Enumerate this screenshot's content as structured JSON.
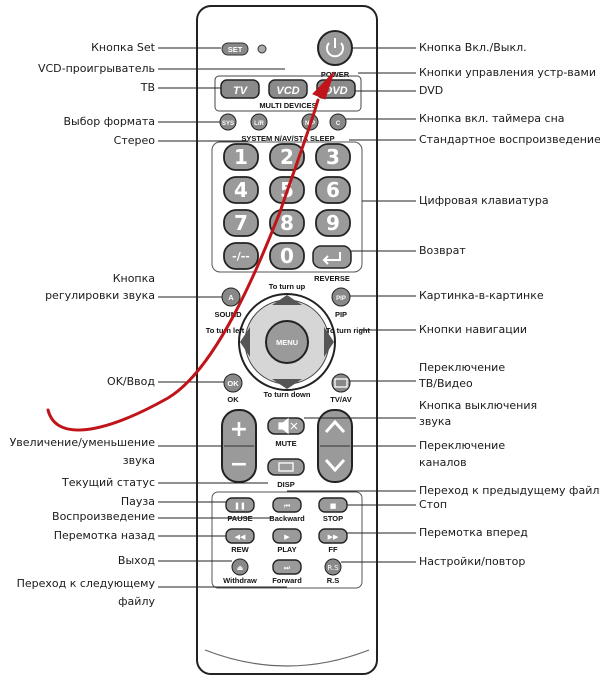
{
  "left_labels": [
    {
      "id": "set",
      "lines": [
        "Кнопка Set"
      ]
    },
    {
      "id": "vcd",
      "lines": [
        "VCD-проигрыватель"
      ]
    },
    {
      "id": "tv",
      "lines": [
        "ТВ"
      ]
    },
    {
      "id": "format",
      "lines": [
        "Выбор формата"
      ]
    },
    {
      "id": "stereo",
      "lines": [
        "Стерео"
      ]
    },
    {
      "id": "sound",
      "lines": [
        "Кнопка",
        "регулировки звука"
      ]
    },
    {
      "id": "ok",
      "lines": [
        "OK/Ввод"
      ]
    },
    {
      "id": "volume",
      "lines": [
        "Увеличение/уменьшение",
        "звука"
      ]
    },
    {
      "id": "status",
      "lines": [
        "Текущий статус"
      ]
    },
    {
      "id": "pause",
      "lines": [
        "Пауза"
      ]
    },
    {
      "id": "play",
      "lines": [
        "Воспроизведение"
      ]
    },
    {
      "id": "rew",
      "lines": [
        "Перемотка назад"
      ]
    },
    {
      "id": "exit",
      "lines": [
        "Выход"
      ]
    },
    {
      "id": "next",
      "lines": [
        "Переход к следующему",
        "файлу"
      ]
    }
  ],
  "right_labels": [
    {
      "id": "power",
      "lines": [
        "Кнопка Вкл./Выкл."
      ]
    },
    {
      "id": "devices",
      "lines": [
        "Кнопки управления устр-вами"
      ]
    },
    {
      "id": "dvd",
      "lines": [
        "DVD"
      ]
    },
    {
      "id": "sleep",
      "lines": [
        "Кнопка вкл. таймера сна"
      ]
    },
    {
      "id": "standard",
      "lines": [
        "Стандартное воспроизведение"
      ]
    },
    {
      "id": "keypad",
      "lines": [
        "Цифровая клавиатура"
      ]
    },
    {
      "id": "return",
      "lines": [
        "Возврат"
      ]
    },
    {
      "id": "pip",
      "lines": [
        "Картинка-в-картинке"
      ]
    },
    {
      "id": "nav",
      "lines": [
        "Кнопки навигации"
      ]
    },
    {
      "id": "tvvideo",
      "lines": [
        "Переключение",
        "ТВ/Видео"
      ]
    },
    {
      "id": "mute",
      "lines": [
        "Кнопка выключения",
        "звука"
      ]
    },
    {
      "id": "channels",
      "lines": [
        "Переключение",
        "каналов"
      ]
    },
    {
      "id": "prev",
      "lines": [
        "Переход к предыдущему файлу"
      ]
    },
    {
      "id": "stop",
      "lines": [
        "Стоп"
      ]
    },
    {
      "id": "ffwd",
      "lines": [
        "Перемотка вперед"
      ]
    },
    {
      "id": "settings",
      "lines": [
        "Настройки/повтор"
      ]
    }
  ],
  "remote": {
    "set_key": "SET",
    "power_label": "POWER",
    "device_keys": [
      "TV",
      "VCD",
      "DVD"
    ],
    "multi_devices": "MULTI DEVICES",
    "row2_keys": [
      "SYS",
      "L/R",
      "N/P",
      "C"
    ],
    "row2_labels": "SYSTEM N/AV/STA SLEEP",
    "digits": [
      "1",
      "2",
      "3",
      "4",
      "5",
      "6",
      "7",
      "8",
      "9",
      "-/--",
      "0"
    ],
    "reverse_label": "REVERSE",
    "sound_key": "A",
    "sound_label": "SOUND",
    "pip_label": "PIP",
    "nav_up": "To turn up",
    "nav_down": "To turn down",
    "nav_left": "To turn left",
    "nav_right": "To turn right",
    "menu": "MENU",
    "ok_key": "OK",
    "ok_label": "OK",
    "tvav_label": "TV/AV",
    "mute_label": "MUTE",
    "disp_label": "DISP",
    "transport_labels": [
      "PAUSE",
      "Backward",
      "STOP",
      "REW",
      "PLAY",
      "FF",
      "Withdraw",
      "Forward",
      "R.S"
    ],
    "rs_key": "R.S"
  },
  "colors": {
    "arrow": "#c0141a",
    "button": "#9a9a9a",
    "button_dark": "#6e6e6e",
    "outline": "#222222"
  }
}
